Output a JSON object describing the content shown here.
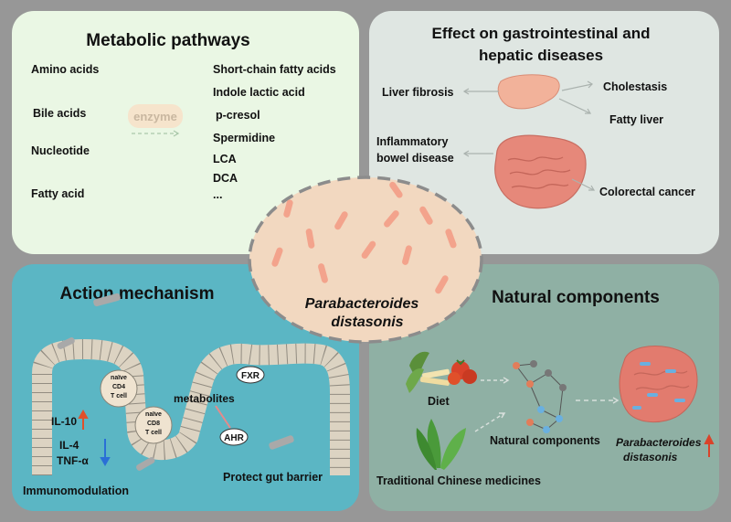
{
  "panels": {
    "metabolic": {
      "title": "Metabolic pathways",
      "substrates": [
        "Amino acids",
        "Bile acids",
        "Nucleotide",
        "Fatty acid"
      ],
      "enzyme_label": "enzyme",
      "products": [
        "Short-chain fatty acids",
        "Indole lactic acid",
        "p-cresol",
        "Spermidine",
        "LCA",
        "DCA",
        "..."
      ]
    },
    "effect": {
      "title_line1": "Effect on gastrointestinal and",
      "title_line2": "hepatic diseases",
      "liver_fibrosis": "Liver fibrosis",
      "cholestasis": "Cholestasis",
      "fatty_liver": "Fatty liver",
      "ibd_line1": "Inflammatory",
      "ibd_line2": "bowel disease",
      "colorectal_cancer": "Colorectal cancer"
    },
    "action": {
      "title": "Action mechanism",
      "cd4_line1": "naïve",
      "cd4_line2": "CD4",
      "cd4_line3": "T cell",
      "cd8_line1": "naïve",
      "cd8_line2": "CD8",
      "cd8_line3": "T cell",
      "fxr": "FXR",
      "ahr": "AHR",
      "metabolites": "metabolites",
      "il10": "IL-10",
      "il4": "IL-4",
      "tnfa": "TNF-α",
      "immunomodulation": "Immunomodulation",
      "protect_barrier": "Protect gut barrier"
    },
    "natural": {
      "title": "Natural components",
      "diet": "Diet",
      "natural_components": "Natural components",
      "tcm": "Traditional Chinese medicines",
      "pd_line1": "Parabacteroides",
      "pd_line2": "distasonis"
    }
  },
  "center": {
    "name_line1": "Parabacteroides",
    "name_line2": "distasonis"
  },
  "colors": {
    "background": "#979797",
    "metabolic_panel": "#eaf7e4",
    "effect_panel": "#dfe6e2",
    "action_panel": "#5bb6c4",
    "natural_panel": "#8fb0a4",
    "center_ellipse": "#f2d8c0",
    "increase_arrow": "#e0502a",
    "decrease_arrow": "#2a6fd6"
  }
}
